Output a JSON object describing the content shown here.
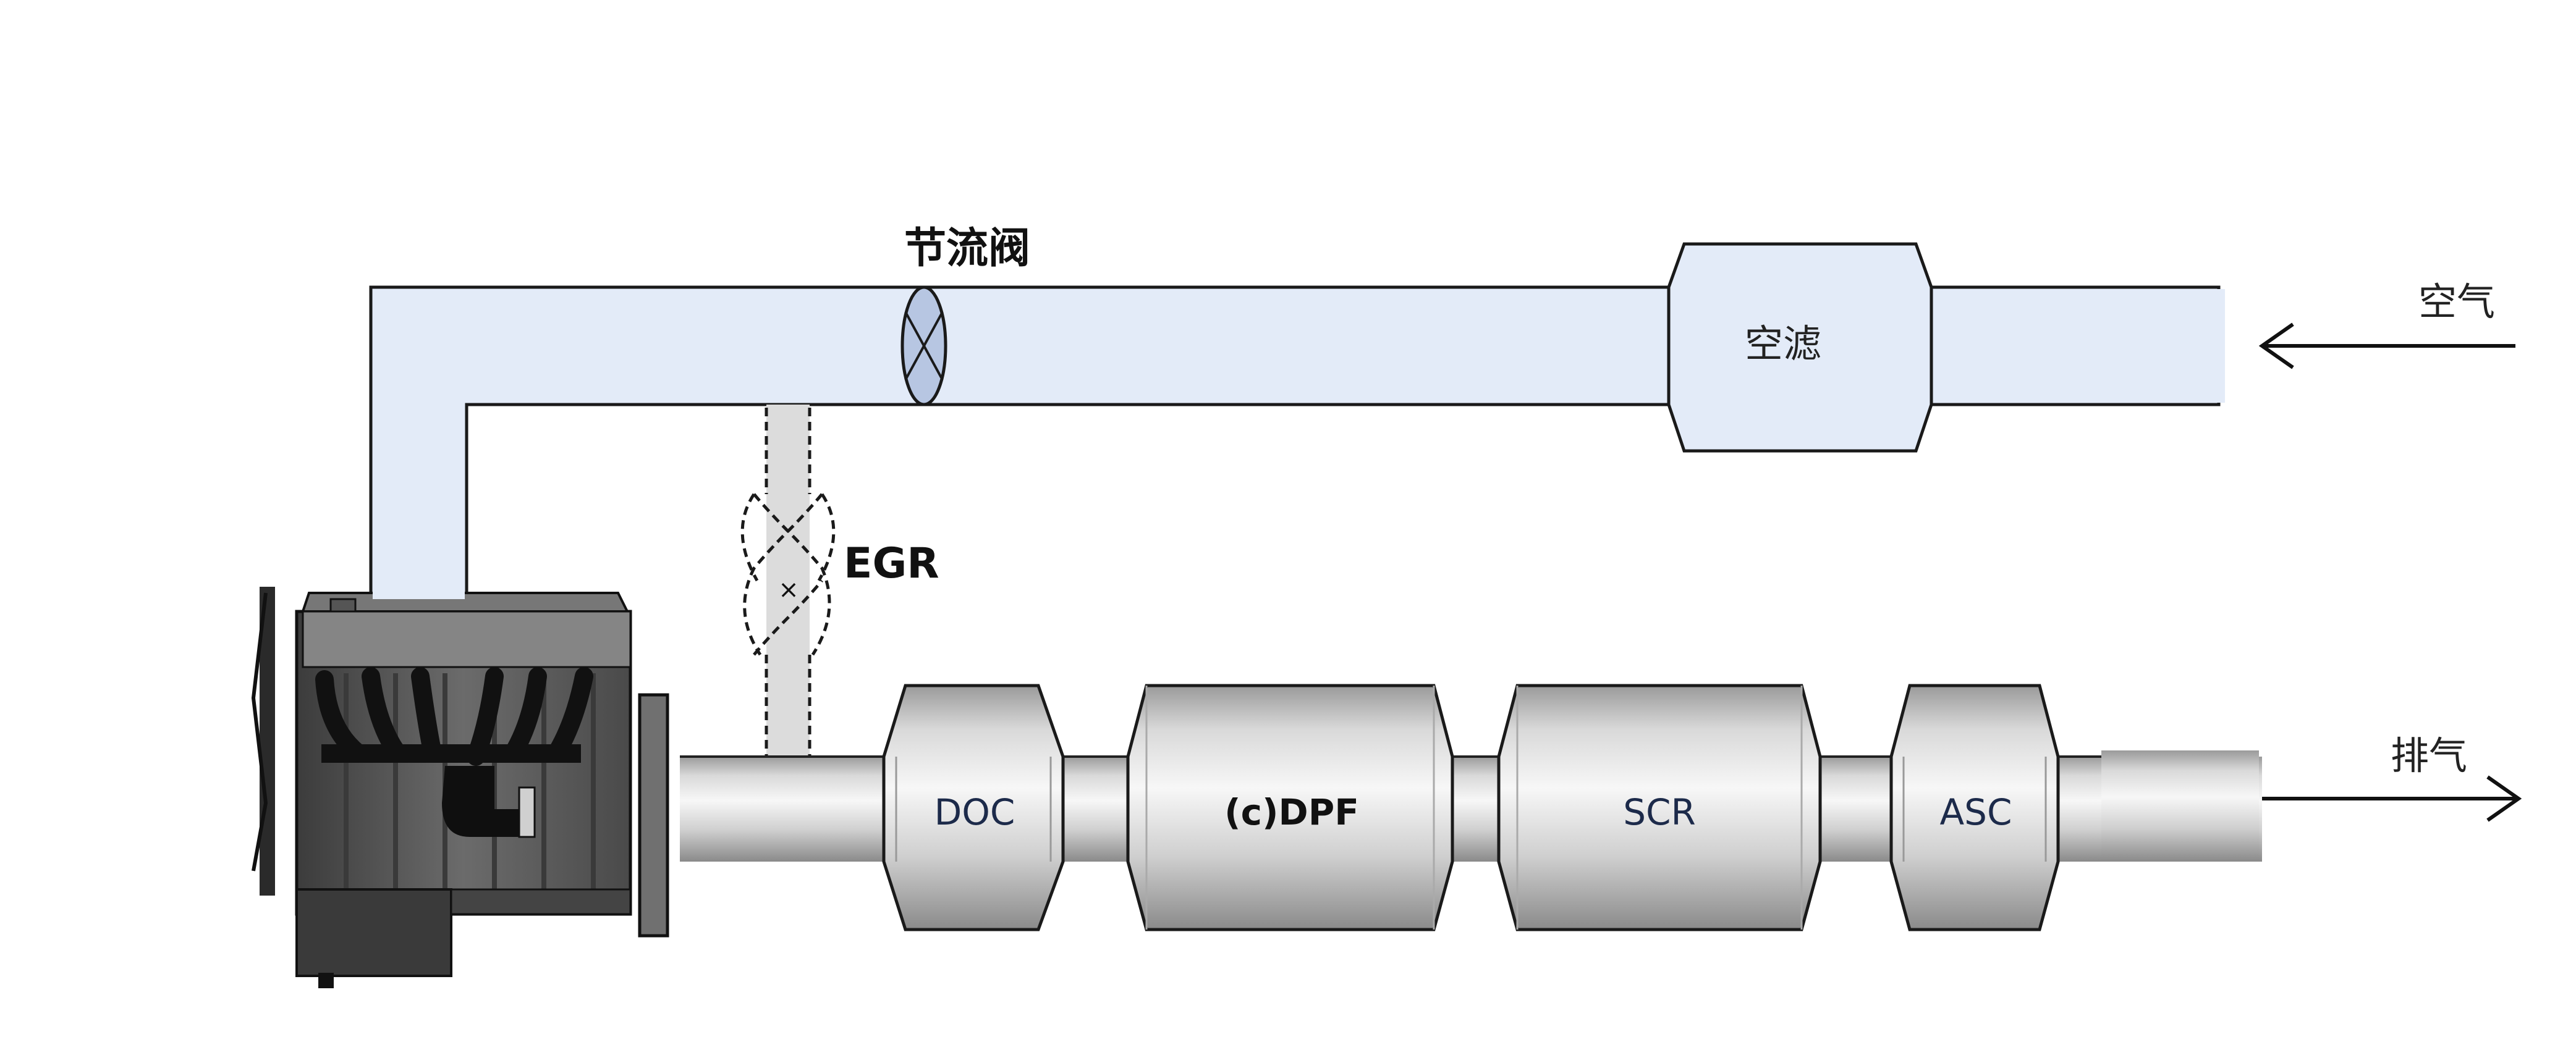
{
  "labels": {
    "throttle": "节流阀",
    "air_filter": "空滤",
    "air_in": "空气",
    "egr": "EGR",
    "exhaust_out": "排气",
    "doc": "DOC",
    "dpf": "(c)DPF",
    "scr": "SCR",
    "asc": "ASC"
  },
  "colors": {
    "intake_fill": "#e3ebf8",
    "outline": "#1a1a1a",
    "egr_pipe": "#dcdcdc",
    "metal_light": "#f4f4f4",
    "metal_dark": "#8f8f8f",
    "engine_body": "#5a5a5a",
    "catalyst_text": "#1c2a4a"
  }
}
